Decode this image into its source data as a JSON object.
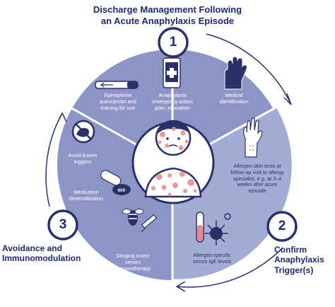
{
  "title": {
    "line1": "Discharge Management Following",
    "line2": "an Acute Anaphylaxis Episode"
  },
  "steps": [
    {
      "number": "1"
    },
    {
      "number": "2",
      "label_line1": "Confirm",
      "label_line2": "Anaphylaxis",
      "label_line3": "Trigger(s)"
    },
    {
      "number": "3",
      "label_line1": "Avoidance and",
      "label_line2": "Immunomodulation"
    }
  ],
  "items": {
    "epinephrine": {
      "line1": "Epinephrine",
      "line2": "autoinjector and",
      "line3": "training for use"
    },
    "action_plan": {
      "line1": "Anaphylaxis",
      "line2": "emergency action",
      "line3": "plan; education"
    },
    "medical_id": {
      "line1": "Medical",
      "line2": "identification"
    },
    "skin_tests": {
      "line1": "Allergen skin tests at",
      "line2": "follow-up visit to allergy",
      "line3": "specialist, e.g. at 3–4",
      "line4": "weeks after acute",
      "line5": "episode"
    },
    "serum_ige": {
      "line1": "Allergen-specific",
      "line2": "serum IgE levels"
    },
    "avoid_triggers": {
      "line1": "Avoid known",
      "line2": "triggers"
    },
    "desensitization": {
      "line1": "Medication",
      "line2": "desensitization"
    },
    "venom": {
      "line1": "Stinging insect",
      "line2": "venom",
      "line3": "immunotherapy"
    }
  },
  "pill_text": "600",
  "colors": {
    "navy": "#2a3169",
    "ring": "#8e95c6",
    "ring_light": "#a5acd4",
    "rash": "#e58a8a",
    "white": "#ffffff"
  }
}
